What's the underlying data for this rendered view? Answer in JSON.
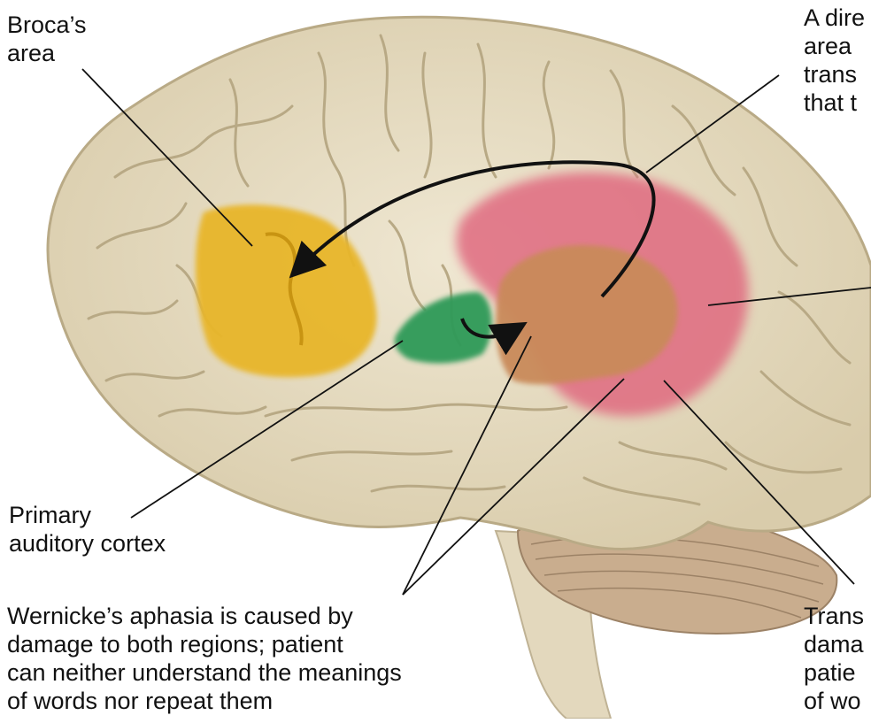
{
  "labels": {
    "broca": "Broca’s\narea",
    "arcuate_cut": "A dire\narea \ntrans\nthat t",
    "primary_auditory": "Primary\nauditory cortex",
    "wernicke_aphasia": "Wernicke’s aphasia is caused by\ndamage to both regions; patient\ncan neither understand the meanings\nof words nor repeat them",
    "transcortical_cut": "Trans\ndama\npatie\nof wo"
  },
  "colors": {
    "broca_area": "#e8b62c",
    "primary_auditory_cortex": "#2e9a58",
    "wernicke_core": "#c98a5a",
    "wernicke_surround": "#e06a80",
    "brain": "#e6dcc2",
    "cerebellum": "#c9ad8e"
  }
}
